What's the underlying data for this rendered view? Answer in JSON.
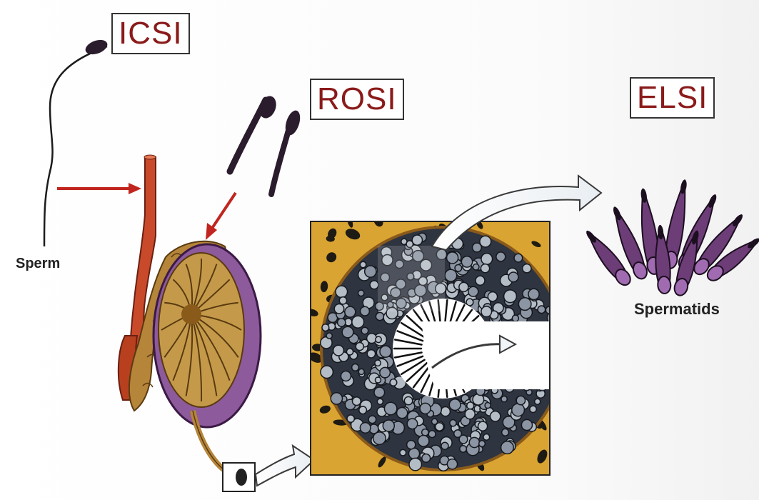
{
  "labels": {
    "icsi": "ICSI",
    "rosi": "ROSI",
    "elsi": "ELSI"
  },
  "captions": {
    "sperm": "Sperm",
    "spermatids": "Spermatids"
  },
  "colors": {
    "label_text": "#8b1a1a",
    "arrow_red": "#c0261f",
    "vas_deferens": "#c84a2b",
    "testis_purple": "#8d5a9c",
    "tubule_brown": "#8a5a1a",
    "sperm_dark": "#2a1c2c",
    "spermatid_purple": "#6d3d78",
    "interstitium_yellow": "#d9a432"
  }
}
